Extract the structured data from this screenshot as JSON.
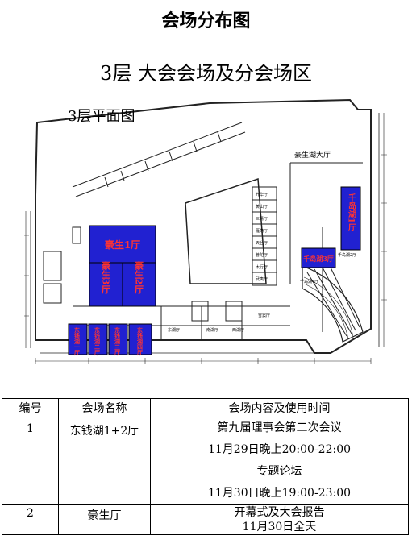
{
  "header": {
    "title": "会场分布图",
    "subtitle": "3层  大会会场及分会场区"
  },
  "floor_plan": {
    "label": "3层平面图",
    "halls": {
      "haosheng1": "豪生1厅",
      "haosheng2": "豪生2厅",
      "haosheng3": "豪生3厅",
      "dongqian1": "东钱湖一厅",
      "dongqian2": "东钱湖二厅",
      "dongqian3": "东钱湖三厅",
      "dongqian4": "东钱湖四厅",
      "qiandao1": "千岛湖1厅",
      "qiandao3": "千岛湖3厅"
    },
    "rooms": {
      "haosheng_lake": "豪生湖大厅",
      "jiuhua": "九华厅",
      "huangshan": "黄山厅",
      "sanqing": "三清厅",
      "yandang": "雁荡厅",
      "tiantai": "天台厅",
      "putuo": "普陀厅",
      "taihang": "太行厅",
      "wuyi": "武夷厅",
      "xuedou": "雪窦厅",
      "donghu": "东湖厅",
      "xihu": "西湖厅",
      "nanhu": "南湖厅",
      "qiandao2": "千岛湖2厅",
      "qiandao4": "千岛湖4厅"
    }
  },
  "table": {
    "headers": [
      "编号",
      "会场名称",
      "会场内容及使用时间"
    ],
    "rows": [
      {
        "no": "1",
        "name": "东钱湖1+2厅",
        "lines": [
          "第九届理事会第二次会议",
          "11月29日晚上20:00-22:00",
          "专题论坛",
          "11月30日晚上19:00-23:00"
        ]
      },
      {
        "no": "2",
        "name": "豪生厅",
        "lines": [
          "开幕式及大会报告",
          "11月30日全天"
        ]
      }
    ]
  }
}
